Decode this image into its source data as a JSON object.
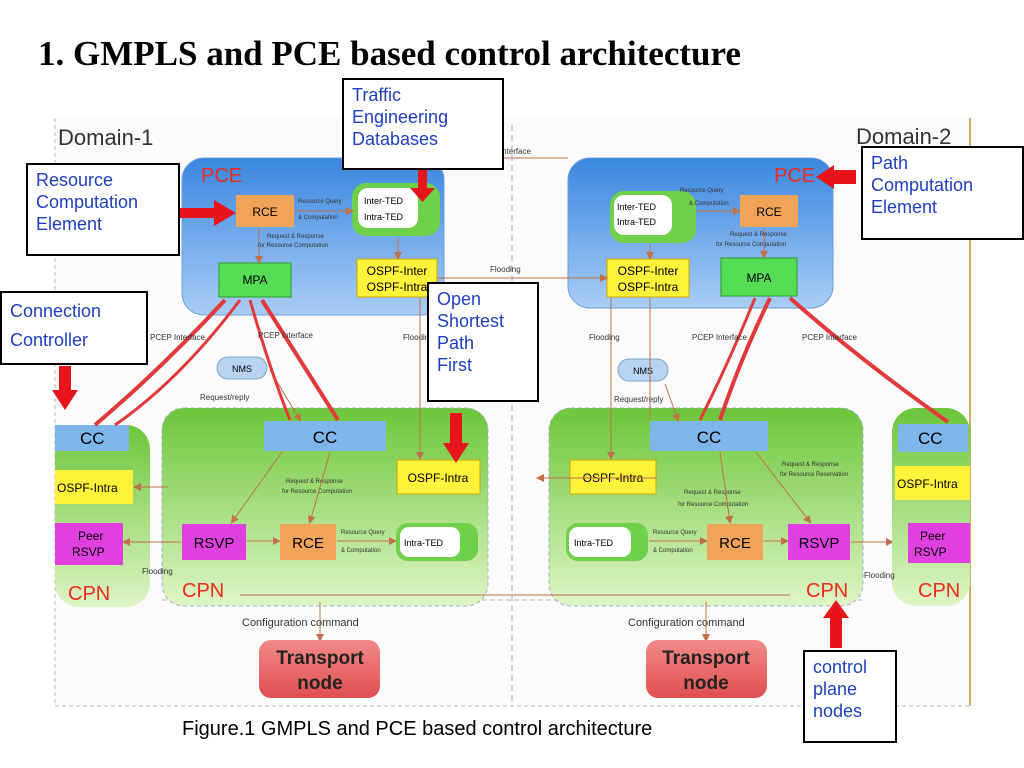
{
  "title": "1. GMPLS and PCE based control architecture",
  "caption": "Figure.1 GMPLS and PCE based control architecture",
  "colors": {
    "callout_text": "#1f3fbf",
    "pointer_arrow": "#e8141b",
    "pce_blue": "#5b9be0",
    "cpn_green": "#8fd45a",
    "cc_blue": "#7fb6ea",
    "rce_orange": "#f0a45a",
    "mpa_green": "#55dd55",
    "ospf_yellow": "#fff23a",
    "rsvp_magenta": "#e040e0",
    "transport_red": "#f06a6a",
    "label_red": "#ee2b1f"
  },
  "callouts": {
    "traffic_engineering": "Traffic\nEngineering\nDatabases",
    "resource_computation": "Resource\nComputation\nElement",
    "path_computation": "Path\nComputation\nElement",
    "connection_controller": "Connection\nController",
    "ospf": "Open\nShortest\nPath\nFirst",
    "control_plane": "control\nplane\nnodes"
  },
  "domains": {
    "domain1": "Domain-1",
    "domain2": "Domain-2"
  },
  "diagram": {
    "pce": "PCE",
    "cpn": "CPN",
    "rce": "RCE",
    "mpa": "MPA",
    "cc": "CC",
    "nms": "NMS",
    "rsvp": "RSVP",
    "peer_rsvp_1": "Peer",
    "peer_rsvp_2": "RSVP",
    "ospf_inter": "OSPF-Inter",
    "ospf_intra": "OSPF-Intra",
    "inter_ted": "Inter-TED",
    "intra_ted": "Intra-TED",
    "transport_1": "Transport",
    "transport_2": "node",
    "pcep_interface": "PCEP Interface",
    "pcep_interface_top": "PCEP Interface",
    "flooding": "Flooding",
    "request_reply": "Request/reply",
    "configuration_command": "Configuration command",
    "resource_query_1": "Resource Query",
    "resource_query_2": "& Computation",
    "req_resp_1": "Request & Response",
    "req_resp_2": "for Resource Computation",
    "req_resp_short_1": "Request & Response",
    "req_resp_short_2": "for Resource Computation",
    "req_resp_reservation_2": "for Resource Reservation"
  }
}
